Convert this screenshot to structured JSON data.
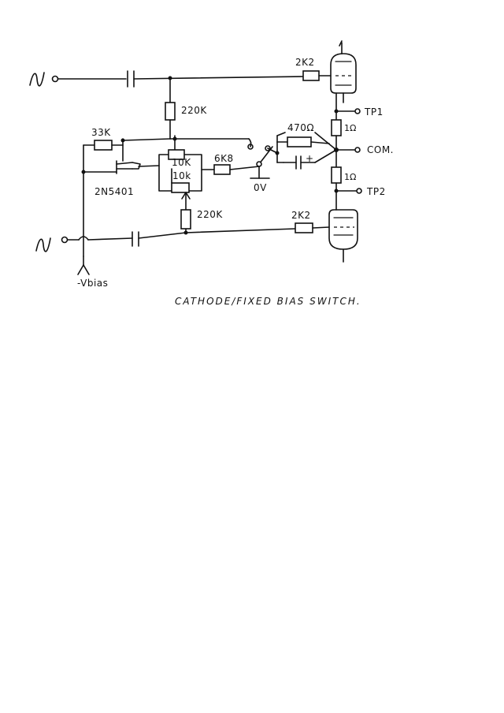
{
  "labels": {
    "r_top_grid": "2K2",
    "r_bottom_grid": "2K2",
    "r_top_bias": "220K",
    "r_bottom_bias": "220K",
    "r_33k": "33K",
    "pot_upper": "10K",
    "pot_lower": "10k",
    "r_6k8": "6K8",
    "r_470": "470Ω",
    "transistor": "2N5401",
    "ground": "0V",
    "tp1": "TP1",
    "tp2": "TP2",
    "com": "COM.",
    "r_1_top": "1Ω",
    "r_1_bottom": "1Ω",
    "vbias": "-Vbias",
    "cap_plus": "+",
    "title": "CATHODE/FIXED BIAS SWITCH."
  }
}
